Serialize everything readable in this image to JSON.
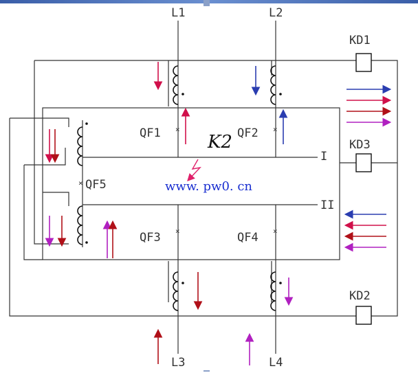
{
  "labels": {
    "L1": "L1",
    "L2": "L2",
    "L3": "L3",
    "L4": "L4",
    "KD1": "KD1",
    "KD2": "KD2",
    "KD3": "KD3",
    "QF1": "QF1",
    "QF2": "QF2",
    "QF3": "QF3",
    "QF4": "QF4",
    "QF5": "QF5",
    "bus_I": "I",
    "bus_II": "II",
    "fault": "K2",
    "watermark": "www. pw0. cn"
  },
  "colors": {
    "line": "#333333",
    "blue": "#2a3db0",
    "crimson": "#d0104a",
    "darkred": "#b01018",
    "magenta": "#b020c0",
    "pink": "#e0206a",
    "watermark": "#1a2fd0"
  }
}
